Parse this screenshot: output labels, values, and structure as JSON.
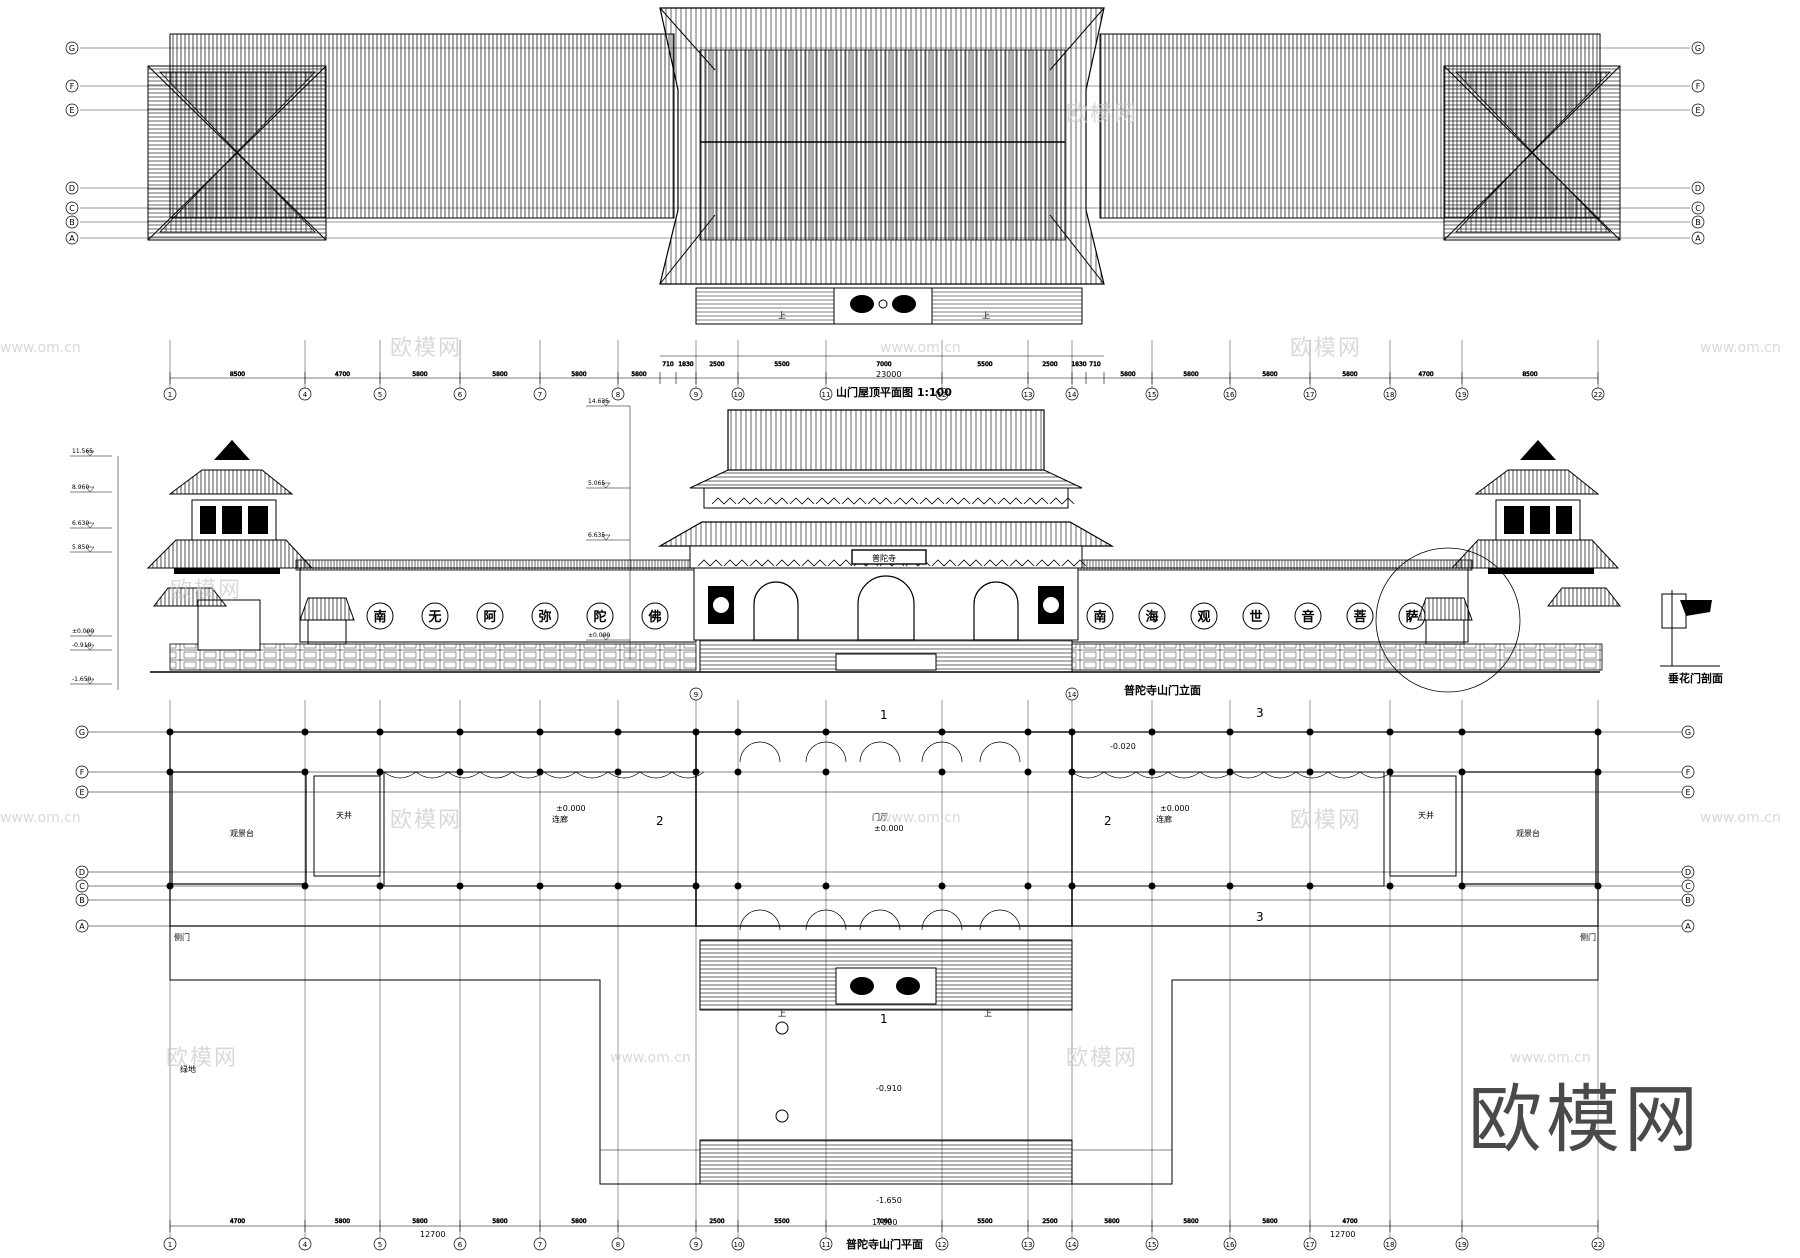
{
  "titles": {
    "roof_plan": "山门屋顶平面图 1:100",
    "elevation": "普陀寺山门立面",
    "gate_section": "垂花门剖面",
    "ground_plan": "普陀寺山门平面"
  },
  "axis_numbers": [
    "1",
    "4",
    "5",
    "6",
    "7",
    "8",
    "9",
    "10",
    "11",
    "12",
    "13",
    "14",
    "15",
    "16",
    "17",
    "18",
    "19",
    "22"
  ],
  "axis_letters": [
    "G",
    "F",
    "E",
    "D",
    "C",
    "B",
    "A"
  ],
  "roof_top_dims": [
    "8500",
    "4700",
    "5800",
    "5800",
    "5800",
    "5800",
    "710",
    "1830",
    "2500",
    "5500",
    "7000",
    "5500",
    "2500",
    "1830",
    "710",
    "5800",
    "5800",
    "5800",
    "5800",
    "4700",
    "8500"
  ],
  "roof_total_dim": "23000",
  "plan_bottom_dims": [
    "4700",
    "5800",
    "5800",
    "5800",
    "5800",
    "2500",
    "5500",
    "7000",
    "5500",
    "2500",
    "5800",
    "5800",
    "5800",
    "4700"
  ],
  "plan_total_dims": [
    "12700",
    "17000",
    "12700"
  ],
  "elevation_levels": [
    "11.565",
    "8.960",
    "6.630",
    "5.850",
    "±0.000",
    "-0.910",
    "-1.650"
  ],
  "center_levels": [
    "14.635",
    "5.065",
    "6.635",
    "±0.000"
  ],
  "plan_levels": [
    "-0.020",
    "±0.000",
    "±0.000",
    "±0.000",
    "-0.910",
    "-1.650"
  ],
  "inscription_left": [
    "南",
    "无",
    "阿",
    "弥",
    "陀",
    "佛"
  ],
  "inscription_right": [
    "南",
    "海",
    "观",
    "世",
    "音",
    "菩",
    "萨"
  ],
  "plaque_text": "普陀寺",
  "section_marks": [
    "1",
    "1",
    "2",
    "2",
    "3",
    "3"
  ],
  "room_labels": [
    "观景台",
    "天井",
    "连廊",
    "门厅",
    "连廊",
    "天井",
    "观景台",
    "侧门",
    "侧门",
    "绿地"
  ],
  "stair_note_up": "上",
  "watermark_small": "欧模网",
  "watermark_url": "www.om.cn",
  "watermark_big": "欧模网"
}
